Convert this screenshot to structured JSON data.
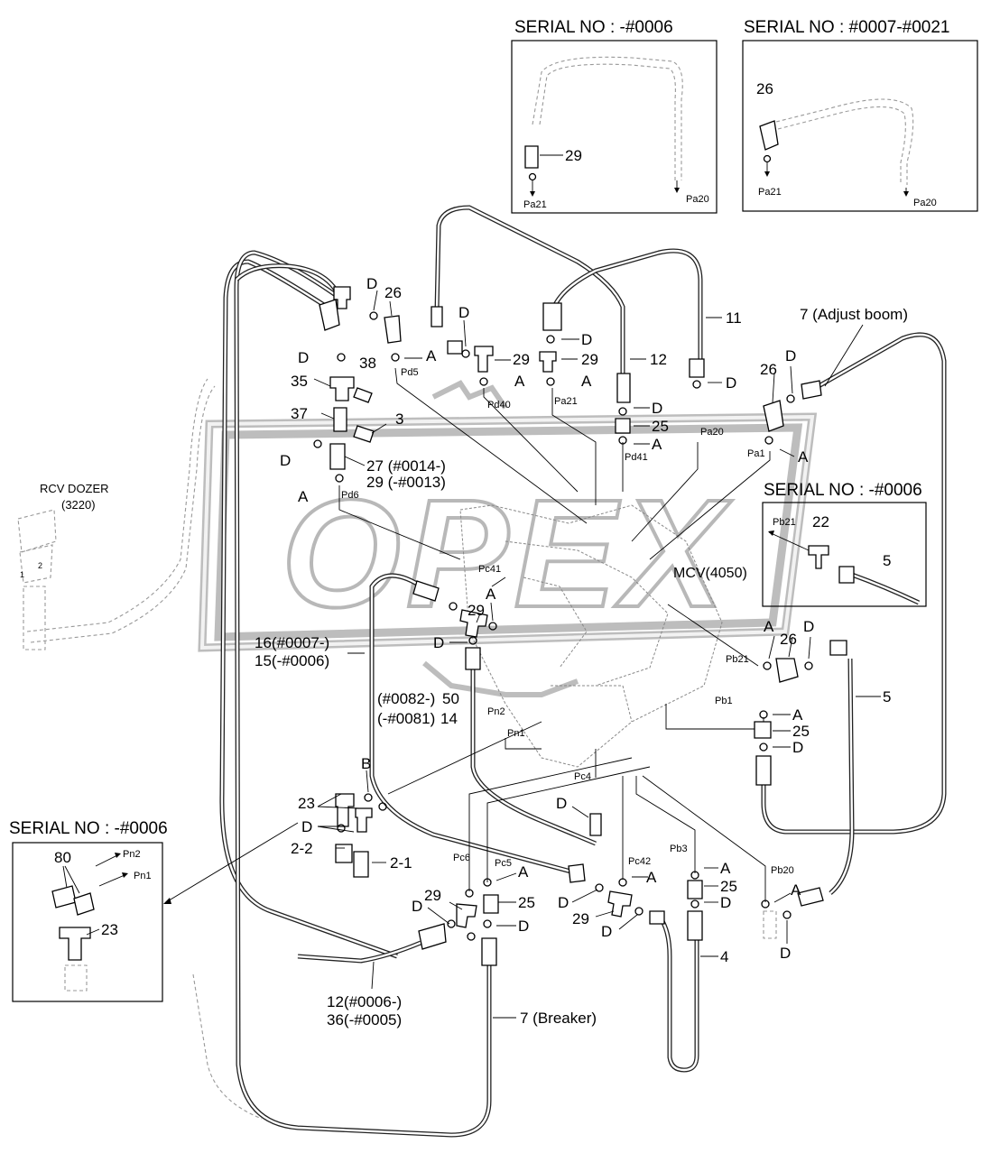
{
  "serial_boxes": [
    {
      "id": "s1",
      "title": "SERIAL NO : -#0006",
      "part": "29",
      "ports": [
        "Pa21",
        "Pa20"
      ]
    },
    {
      "id": "s2",
      "title": "SERIAL NO : #0007-#0021",
      "part": "26",
      "ports": [
        "Pa21",
        "Pa20"
      ]
    },
    {
      "id": "s3",
      "title": "SERIAL NO : -#0006",
      "part_a": "22",
      "part_b": "5",
      "port": "Pb21"
    },
    {
      "id": "s4",
      "title": "SERIAL NO : -#0006",
      "part_a": "80",
      "part_b": "23",
      "ports": [
        "Pn2",
        "Pn1"
      ]
    }
  ],
  "components": {
    "rcv_dozer": "RCV DOZER",
    "rcv_dozer_code": "(3220)",
    "rcv_ports": [
      "1",
      "2"
    ],
    "mcv": "MCV(4050)"
  },
  "watermark": "OPEX",
  "callouts": [
    {
      "id": "c1",
      "text": "26"
    },
    {
      "id": "c2",
      "text": "D"
    },
    {
      "id": "c3",
      "text": "D"
    },
    {
      "id": "c4",
      "text": "38"
    },
    {
      "id": "c5",
      "text": "35"
    },
    {
      "id": "c6",
      "text": "37"
    },
    {
      "id": "c7",
      "text": "3"
    },
    {
      "id": "c8",
      "text": "27 (#0014-)"
    },
    {
      "id": "c9",
      "text": "29 (-#0013)"
    },
    {
      "id": "c10",
      "text": "D"
    },
    {
      "id": "c11",
      "text": "A"
    },
    {
      "id": "c12",
      "text": "A"
    },
    {
      "id": "c13",
      "text": "D"
    },
    {
      "id": "c14",
      "text": "29"
    },
    {
      "id": "c15",
      "text": "A"
    },
    {
      "id": "c16",
      "text": "29"
    },
    {
      "id": "c17",
      "text": "A"
    },
    {
      "id": "c18",
      "text": "D"
    },
    {
      "id": "c19",
      "text": "12"
    },
    {
      "id": "c20",
      "text": "11"
    },
    {
      "id": "c21",
      "text": "D"
    },
    {
      "id": "c22",
      "text": "D"
    },
    {
      "id": "c23",
      "text": "25"
    },
    {
      "id": "c24",
      "text": "A"
    },
    {
      "id": "c25",
      "text": "7 (Adjust boom)"
    },
    {
      "id": "c26",
      "text": "26"
    },
    {
      "id": "c27",
      "text": "D"
    },
    {
      "id": "c28",
      "text": "A"
    },
    {
      "id": "c29",
      "text": "29"
    },
    {
      "id": "c30",
      "text": "A"
    },
    {
      "id": "c31",
      "text": "D"
    },
    {
      "id": "c32",
      "text": "16(#0007-)"
    },
    {
      "id": "c33",
      "text": "15(-#0006)"
    },
    {
      "id": "c34",
      "text": "(#0082-)"
    },
    {
      "id": "c35",
      "text": "50"
    },
    {
      "id": "c36",
      "text": "(-#0081)"
    },
    {
      "id": "c37",
      "text": "14"
    },
    {
      "id": "c38",
      "text": "A"
    },
    {
      "id": "c39",
      "text": "D"
    },
    {
      "id": "c40",
      "text": "26"
    },
    {
      "id": "c41",
      "text": "5"
    },
    {
      "id": "c42",
      "text": "A"
    },
    {
      "id": "c43",
      "text": "25"
    },
    {
      "id": "c44",
      "text": "D"
    },
    {
      "id": "c45",
      "text": "B"
    },
    {
      "id": "c46",
      "text": "23"
    },
    {
      "id": "c47",
      "text": "D"
    },
    {
      "id": "c48",
      "text": "2-2"
    },
    {
      "id": "c49",
      "text": "2-1"
    },
    {
      "id": "c50",
      "text": "D"
    },
    {
      "id": "c51",
      "text": "A"
    },
    {
      "id": "c52",
      "text": "25"
    },
    {
      "id": "c53",
      "text": "29"
    },
    {
      "id": "c54",
      "text": "D"
    },
    {
      "id": "c55",
      "text": "D"
    },
    {
      "id": "c56",
      "text": "A"
    },
    {
      "id": "c57",
      "text": "D"
    },
    {
      "id": "c58",
      "text": "29"
    },
    {
      "id": "c59",
      "text": "D"
    },
    {
      "id": "c60",
      "text": "A"
    },
    {
      "id": "c61",
      "text": "25"
    },
    {
      "id": "c62",
      "text": "D"
    },
    {
      "id": "c63",
      "text": "4"
    },
    {
      "id": "c64",
      "text": "A"
    },
    {
      "id": "c65",
      "text": "D"
    },
    {
      "id": "c66",
      "text": "12(#0006-)"
    },
    {
      "id": "c67",
      "text": "36(-#0005)"
    },
    {
      "id": "c68",
      "text": "7 (Breaker)"
    }
  ],
  "ports": [
    {
      "id": "p1",
      "text": "Pd5"
    },
    {
      "id": "p2",
      "text": "Pd40"
    },
    {
      "id": "p3",
      "text": "Pa21"
    },
    {
      "id": "p4",
      "text": "Pd41"
    },
    {
      "id": "p5",
      "text": "Pa20"
    },
    {
      "id": "p6",
      "text": "Pa1"
    },
    {
      "id": "p7",
      "text": "Pd6"
    },
    {
      "id": "p8",
      "text": "Pc41"
    },
    {
      "id": "p9",
      "text": "Pb21"
    },
    {
      "id": "p10",
      "text": "Pb1"
    },
    {
      "id": "p11",
      "text": "Pn2"
    },
    {
      "id": "p12",
      "text": "Pn1"
    },
    {
      "id": "p13",
      "text": "Pc4"
    },
    {
      "id": "p14",
      "text": "Pc6"
    },
    {
      "id": "p15",
      "text": "Pc5"
    },
    {
      "id": "p16",
      "text": "Pc42"
    },
    {
      "id": "p17",
      "text": "Pb3"
    },
    {
      "id": "p18",
      "text": "Pb20"
    }
  ]
}
